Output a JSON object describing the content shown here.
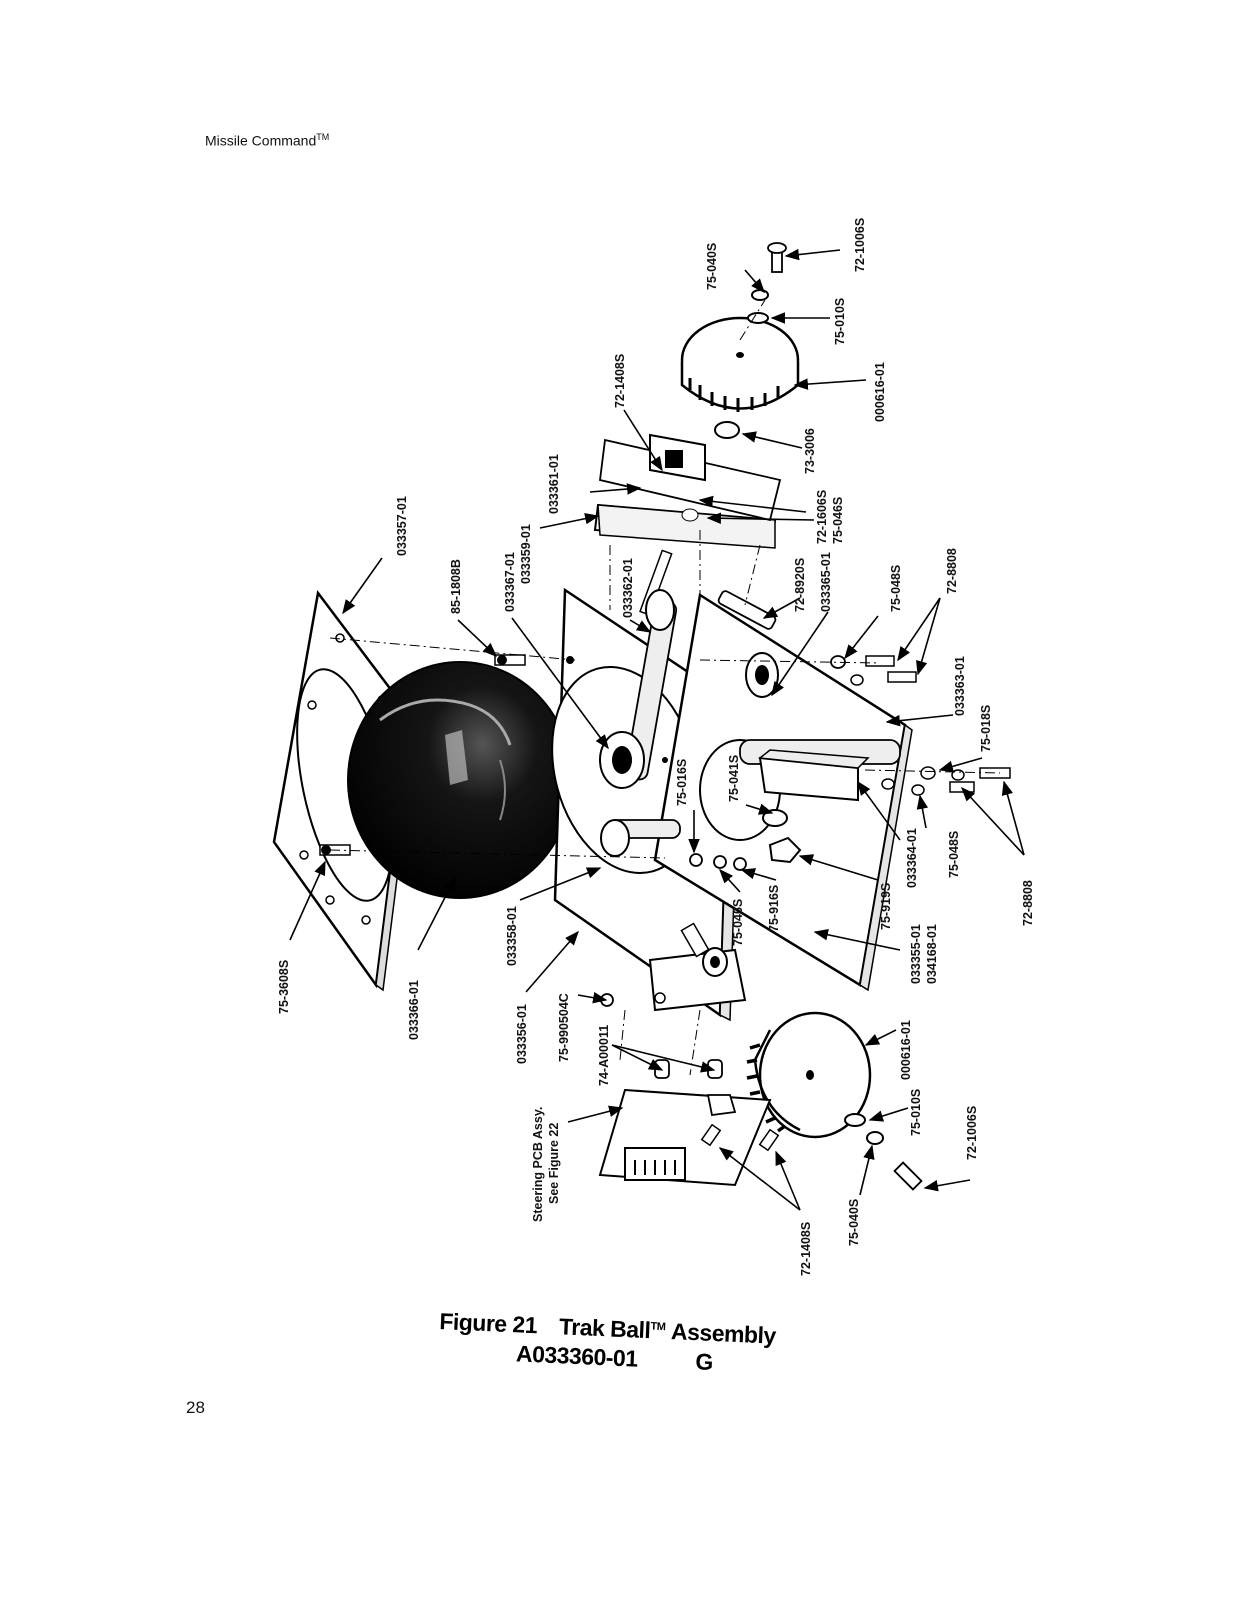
{
  "header": {
    "title": "Missile Command",
    "trademark": "TM"
  },
  "page_number": "28",
  "caption": {
    "figure": "Figure 21",
    "title": "Trak Ball",
    "tm": "TM",
    "title_rest": "Assembly",
    "part_number": "A033360-01",
    "revision": "G"
  },
  "labels": [
    "75-040S",
    "72-1006S",
    "75-010S",
    "000616-01",
    "72-1408S",
    "73-3006",
    "033361-01",
    "72-1606S",
    "75-046S",
    "033357-01",
    "85-1808B",
    "033367-01",
    "033359-01",
    "033362-01",
    "72-8920S",
    "033365-01",
    "75-048S",
    "72-8808",
    "033363-01",
    "75-018S",
    "75-016S",
    "75-041S",
    "75-048S",
    "033364-01",
    "72-8808",
    "75-919S",
    "033355-01",
    "034168-01",
    "75-046S",
    "75-916S",
    "033358-01",
    "75-3608S",
    "033366-01",
    "033356-01",
    "75-990504C",
    "74-A00011",
    "000616-01",
    "75-010S",
    "72-1006S",
    "Steering PCB Assy.",
    "See Figure 22",
    "72-1408S",
    "75-040S"
  ]
}
